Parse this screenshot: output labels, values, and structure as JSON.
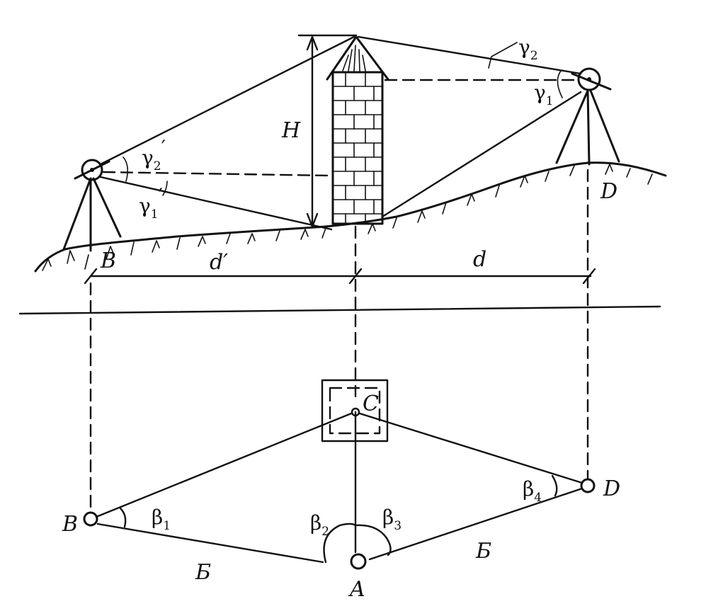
{
  "profile": {
    "height_label": "H",
    "point_b": "B",
    "point_d": "D",
    "dist_left": "d′",
    "dist_right": "d",
    "gamma1": {
      "sym": "γ",
      "sub": "1"
    },
    "gamma2": {
      "sym": "γ",
      "sub": "2"
    },
    "gamma1p": {
      "sym": "γ",
      "sub": "1",
      "mark": "′"
    },
    "gamma2p": {
      "sym": "γ",
      "sub": "2",
      "mark": "′"
    }
  },
  "plan": {
    "point_a": "A",
    "point_b": "B",
    "point_c": "C",
    "point_d": "D",
    "base_left": "Б",
    "base_right": "Б",
    "beta1": {
      "sym": "β",
      "sub": "1"
    },
    "beta2": {
      "sym": "β",
      "sub": "2"
    },
    "beta3": {
      "sym": "β",
      "sub": "3"
    },
    "beta4": {
      "sym": "β",
      "sub": "4"
    }
  }
}
